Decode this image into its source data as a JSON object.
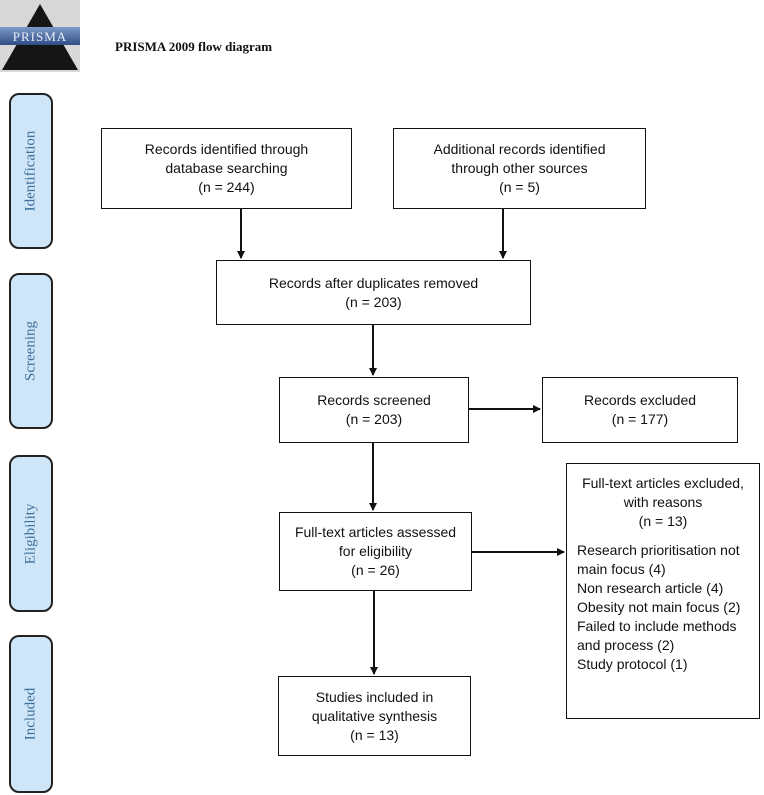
{
  "header": {
    "title": "PRISMA 2009 flow diagram",
    "logo_text": "PRISMA"
  },
  "phases": {
    "identification": "Identification",
    "screening": "Screening",
    "eligibility": "Eligibility",
    "included": "Included"
  },
  "boxes": {
    "database": {
      "lines": [
        "Records identified through",
        "database searching",
        "(n = 244)"
      ]
    },
    "other_sources": {
      "lines": [
        "Additional records identified",
        "through other sources",
        "(n = 5)"
      ]
    },
    "duplicates_removed": {
      "lines": [
        "Records after duplicates removed",
        "(n = 203)"
      ]
    },
    "screened": {
      "lines": [
        "Records screened",
        "(n = 203)"
      ]
    },
    "excluded": {
      "lines": [
        "Records excluded",
        "(n = 177)"
      ]
    },
    "full_text": {
      "lines": [
        "Full-text articles assessed",
        "for eligibility",
        "(n = 26)"
      ]
    },
    "full_text_excluded": {
      "lines": [
        "Full-text articles excluded,",
        "with reasons",
        "(n = 13)"
      ],
      "reasons": [
        "Research prioritisation not",
        "main focus (4)",
        "Non research article (4)",
        "Obesity not main focus (2)",
        "Failed to include methods",
        "and process (2)",
        "Study protocol (1)"
      ]
    },
    "included": {
      "lines": [
        "Studies included in",
        "qualitative synthesis",
        "(n = 13)"
      ]
    }
  },
  "colors": {
    "phase_fill": "#cfe6f8",
    "phase_text": "#3d6f98",
    "border": "#111111"
  }
}
